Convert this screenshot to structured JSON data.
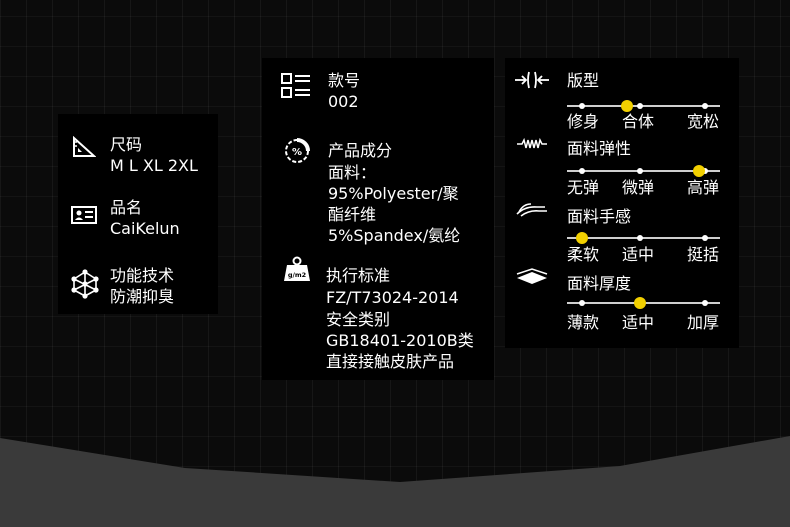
{
  "accent_color": "#f2d000",
  "left": {
    "size_label": "尺码",
    "size_value": "M L XL 2XL",
    "name_label": "品名",
    "name_value": "CaiKelun",
    "tech_label": "功能技术",
    "tech_value": "防潮抑臭"
  },
  "middle": {
    "style_label": "款号",
    "style_value": "002",
    "composition_label": "产品成分",
    "composition_lines": [
      "面料：",
      "95%Polyester/聚",
      "酯纤维",
      "5%Spandex/氨纶"
    ],
    "standard_label": "执行标准",
    "standard_lines": [
      "FZ/T73024-2014",
      "安全类别",
      "GB18401-2010B类",
      "直接接触皮肤产品"
    ],
    "weight_icon_text": "g/m2",
    "percent_icon_text": "%"
  },
  "right": {
    "attributes": [
      {
        "label": "版型",
        "options": [
          "修身",
          "合体",
          "宽松"
        ],
        "selected": 1,
        "level": 0.39,
        "icon": "fit-arrows-icon"
      },
      {
        "label": "面料弹性",
        "options": [
          "无弹",
          "微弹",
          "高弹"
        ],
        "selected": 2,
        "level": 0.86,
        "icon": "spring-icon"
      },
      {
        "label": "面料手感",
        "options": [
          "柔软",
          "适中",
          "挺括"
        ],
        "selected": 0,
        "level": 0.1,
        "icon": "hand-feel-icon"
      },
      {
        "label": "面料厚度",
        "options": [
          "薄款",
          "适中",
          "加厚"
        ],
        "selected": 1,
        "level": 0.48,
        "icon": "fabric-layers-icon"
      }
    ]
  }
}
